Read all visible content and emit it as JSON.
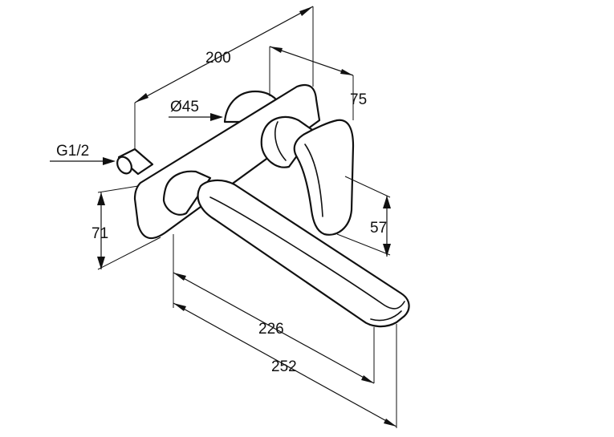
{
  "diagram": {
    "labels": {
      "width_total": "200",
      "depth_handle": "75",
      "diameter": "Ø45",
      "thread": "G1/2",
      "height_plate": "71",
      "height_handle": "57",
      "spout_projection": "226",
      "total_projection": "252"
    }
  }
}
